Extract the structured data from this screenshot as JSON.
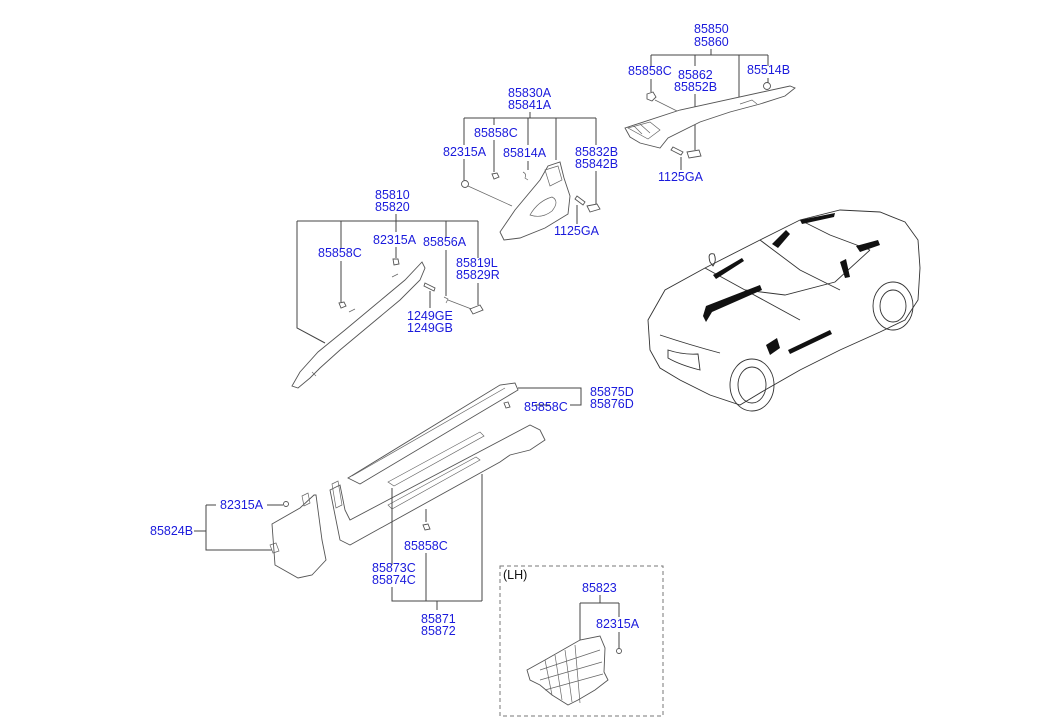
{
  "diagram": {
    "title": "Interior side trim parts",
    "accent_color": "#1a1adc",
    "groups": [
      {
        "id": "rear-quarter-upper",
        "main": [
          "85850",
          "85860"
        ],
        "subs": [
          "85858C",
          "85862 / 85852B",
          "85514B",
          "1125GA"
        ]
      },
      {
        "id": "center-pillar",
        "main": [
          "85830A",
          "85841A"
        ],
        "subs": [
          "85858C",
          "82315A",
          "85814A",
          "85832B / 85842B",
          "1125GA"
        ]
      },
      {
        "id": "front-pillar",
        "main": [
          "85810",
          "85820"
        ],
        "subs": [
          "85858C",
          "82315A",
          "85856A",
          "85819L / 85829R",
          "1249GE / 1249GB"
        ]
      },
      {
        "id": "door-scuff",
        "main": [
          "85875D",
          "85876D"
        ],
        "subs": [
          "85858C"
        ]
      },
      {
        "id": "cowl-side",
        "main": [
          "85824B"
        ],
        "subs": [
          "82315A"
        ]
      },
      {
        "id": "sill-trim",
        "main": [
          "85871",
          "85872"
        ],
        "subs": [
          "85873C / 85874C",
          "85858C"
        ]
      },
      {
        "id": "lh-bracket",
        "main": [
          "85823"
        ],
        "subs": [
          "82315A"
        ],
        "note": "(LH)"
      }
    ],
    "labels": {
      "l85850": "85850",
      "l85860": "85860",
      "l85858c_a": "85858C",
      "l85862": "85862",
      "l85852b": "85852B",
      "l85514b": "85514B",
      "l1125ga_a": "1125GA",
      "l85830a": "85830A",
      "l85841a": "85841A",
      "l85858c_b": "85858C",
      "l82315a_a": "82315A",
      "l85814a": "85814A",
      "l85832b": "85832B",
      "l85842b": "85842B",
      "l1125ga_b": "1125GA",
      "l85810": "85810",
      "l85820": "85820",
      "l85858c_c": "85858C",
      "l82315a_b": "82315A",
      "l85856a": "85856A",
      "l85819l": "85819L",
      "l85829r": "85829R",
      "l1249ge": "1249GE",
      "l1249gb": "1249GB",
      "l85875d": "85875D",
      "l85876d": "85876D",
      "l85858c_d": "85858C",
      "l82315a_c": "82315A",
      "l85824b": "85824B",
      "l85858c_e": "85858C",
      "l85873c": "85873C",
      "l85874c": "85874C",
      "l85871": "85871",
      "l85872": "85872",
      "lh_note": "(LH)",
      "l85823": "85823",
      "l82315a_d": "82315A"
    }
  }
}
